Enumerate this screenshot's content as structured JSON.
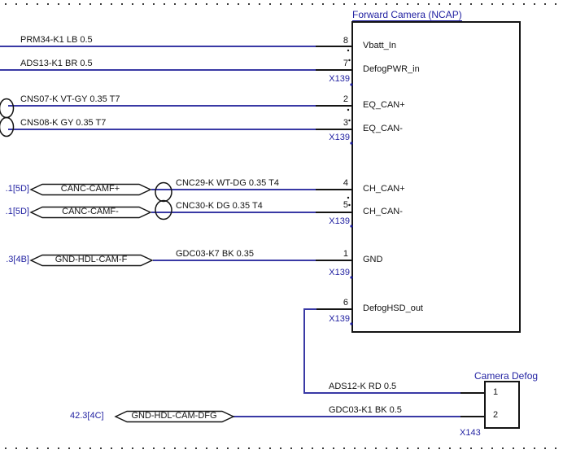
{
  "diagram": {
    "main_component": {
      "title": "Forward Camera (NCAP)",
      "pins": [
        {
          "number": "8",
          "label": "Vbatt_In"
        },
        {
          "number": "7",
          "label": "DefogPWR_in"
        },
        {
          "number": "2",
          "label": "EQ_CAN+"
        },
        {
          "number": "3",
          "label": "EQ_CAN-"
        },
        {
          "number": "4",
          "label": "CH_CAN+"
        },
        {
          "number": "5",
          "label": "CH_CAN-"
        },
        {
          "number": "1",
          "label": "GND"
        },
        {
          "number": "6",
          "label": "DefogHSD_out"
        }
      ],
      "connector_labels": [
        "X139",
        "X139",
        "X139",
        "X139",
        "X139"
      ]
    },
    "wires": [
      {
        "label": "PRM34-K1 LB 0.5"
      },
      {
        "label": "ADS13-K1 BR 0.5"
      },
      {
        "label": "CNS07-K VT-GY 0.35 T7"
      },
      {
        "label": "CNS08-K GY 0.35 T7"
      },
      {
        "label": "CNC29-K WT-DG 0.35 T4"
      },
      {
        "label": "CNC30-K DG 0.35 T4"
      },
      {
        "label": "GDC03-K7 BK 0.35"
      },
      {
        "label": "ADS12-K RD 0.5"
      },
      {
        "label": "GDC03-K1 BK 0.5"
      }
    ],
    "cross_references": [
      {
        "ref": ".1[5D]",
        "signal": "CANC-CAMF+"
      },
      {
        "ref": ".1[5D]",
        "signal": "CANC-CAMF-"
      },
      {
        "ref": ".3[4B]",
        "signal": "GND-HDL-CAM-F"
      },
      {
        "ref": "42.3[4C]",
        "signal": "GND-HDL-CAM-DFG"
      }
    ],
    "defog_component": {
      "title": "Camera Defog",
      "connector_label": "X143",
      "pins": [
        {
          "number": "1"
        },
        {
          "number": "2"
        }
      ]
    },
    "colors": {
      "schematic_blue": "#2222a2",
      "wire_blue": "#3939a5",
      "line_black": "#141414"
    }
  }
}
